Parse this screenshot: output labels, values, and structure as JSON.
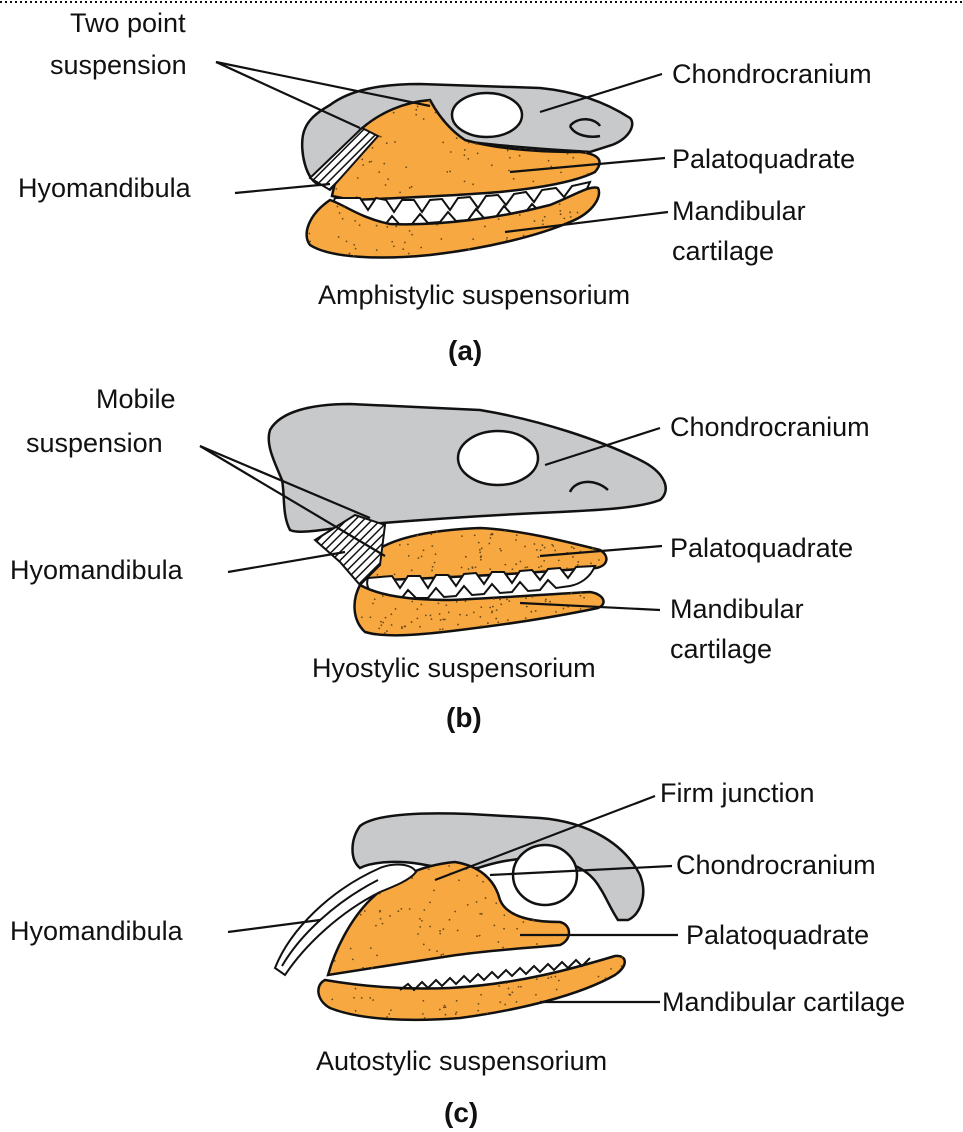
{
  "panels": {
    "a": {
      "letter": "(a)",
      "caption": "Amphistylic suspensorium",
      "labels": {
        "two_point_1": "Two point",
        "two_point_2": "suspension",
        "chondrocranium": "Chondrocranium",
        "palatoquadrate": "Palatoquadrate",
        "hyomandibula": "Hyomandibula",
        "mandibular_1": "Mandibular",
        "mandibular_2": "cartilage"
      }
    },
    "b": {
      "letter": "(b)",
      "caption": "Hyostylic suspensorium",
      "labels": {
        "mobile_1": "Mobile",
        "mobile_2": "suspension",
        "chondrocranium": "Chondrocranium",
        "palatoquadrate": "Palatoquadrate",
        "hyomandibula": "Hyomandibula",
        "mandibular_1": "Mandibular",
        "mandibular_2": "cartilage"
      }
    },
    "c": {
      "letter": "(c)",
      "caption": "Autostylic suspensorium",
      "labels": {
        "firm_junction": "Firm junction",
        "chondrocranium": "Chondrocranium",
        "palatoquadrate": "Palatoquadrate",
        "hyomandibula": "Hyomandibula",
        "mandibular": "Mandibular cartilage"
      }
    }
  },
  "colors": {
    "cartilage_fill": "#f7a841",
    "cranium_fill": "#c8c9cb",
    "outline": "#111111"
  }
}
